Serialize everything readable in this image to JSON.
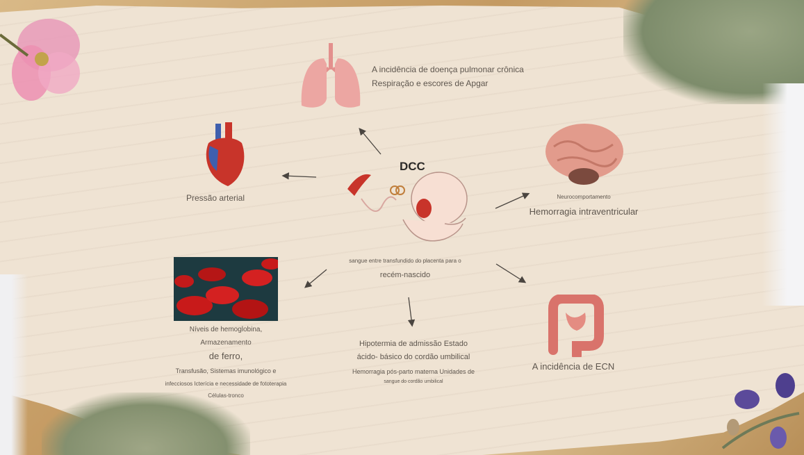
{
  "center": {
    "title": "DCC",
    "caption_line1": "sangue entre transfundido do placenta para o",
    "caption_line2": "recém-nascido"
  },
  "lungs": {
    "line1": "A incidência de doença pulmonar crônica",
    "line2": "Respiração e escores de Apgar"
  },
  "heart": {
    "label": "Pressão arterial"
  },
  "brain": {
    "small": "Neurocomportamento",
    "label": "Hemorragia intraventricular"
  },
  "blood": {
    "line1": "Níveis de hemoglobina,",
    "line2": "Armazenamento",
    "line3": "de ferro,",
    "line4": "Transfusão, Sistemas imunológico e",
    "line5": "infecciosos Icterícia e necessidade de fototerapia",
    "line6": "Células-tronco"
  },
  "hypothermia": {
    "line1": "Hipotermia de admissão Estado",
    "line2": "ácido- básico do cordão umbilical",
    "line3": "Hemorragia pós-parto materna Unidades de",
    "line4": "sangue do cordão umbilical"
  },
  "intestine": {
    "label": "A incidência de ECN"
  },
  "colors": {
    "text": "#5e564e",
    "heart_red": "#c8342a",
    "lung_pink": "#e8a3a0",
    "brain_pink": "#e29b8c",
    "blood_red": "#c81a1a"
  }
}
